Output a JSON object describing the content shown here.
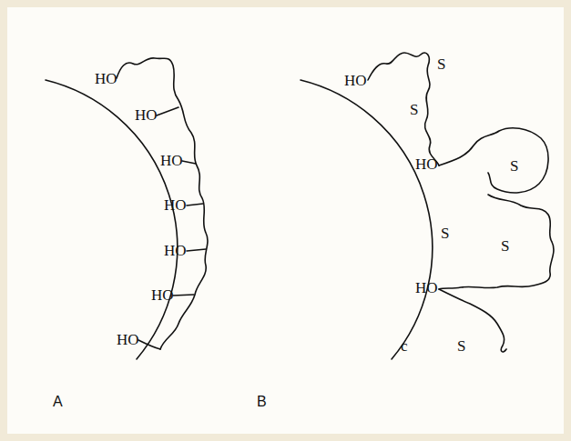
{
  "diagram": {
    "labels": [
      "HO",
      "HO",
      "HO",
      "HO",
      "HO",
      "HO",
      "HO",
      "HO",
      "S",
      "S",
      "HO",
      "S",
      "S",
      "S",
      "HO",
      "c",
      "S",
      "A",
      "B"
    ]
  }
}
